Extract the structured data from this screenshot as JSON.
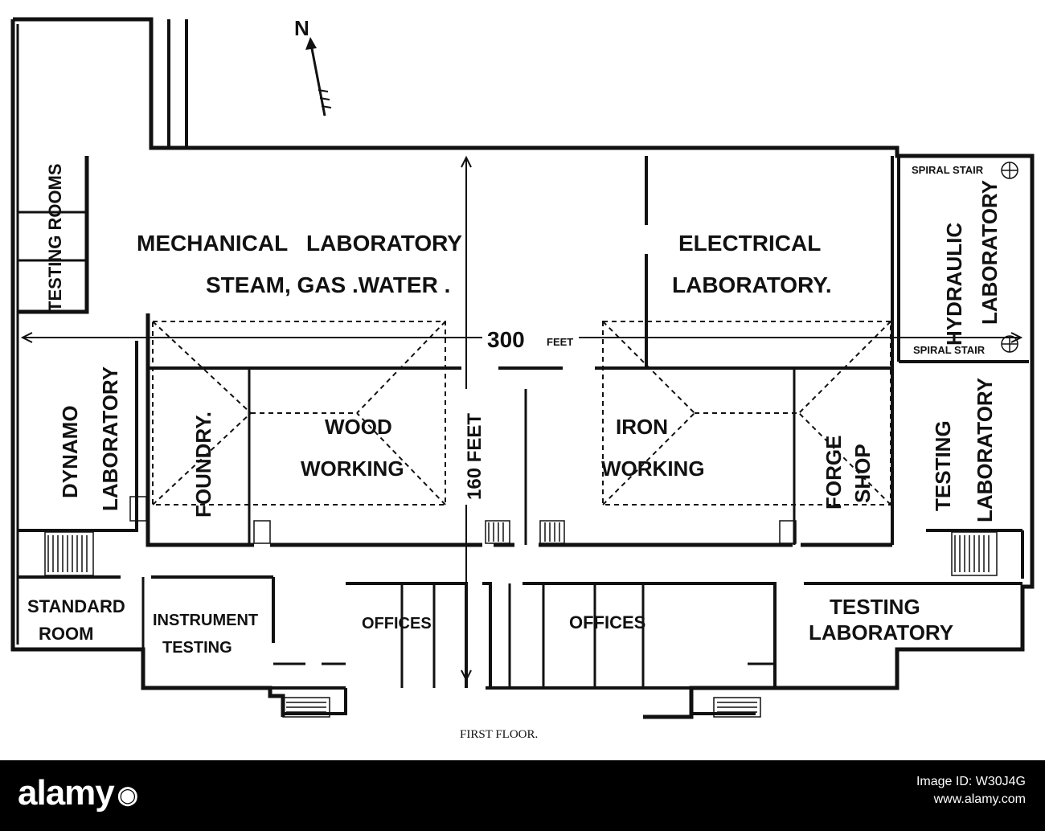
{
  "labels": {
    "testing_rooms": "TESTING ROOMS",
    "mechanical_laboratory": "MECHANICAL   LABORATORY",
    "steam_gas_water": "STEAM, GAS .WATER .",
    "electrical": "ELECTRICAL",
    "electrical_laboratory": "LABORATORY.",
    "hydraulic": "HYDRAULIC",
    "hydraulic_laboratory": "LABORATORY",
    "spiral_stair_top": "SPIRAL STAIR",
    "spiral_stair_bottom": "SPIRAL STAIR",
    "dynamo": "DYNAMO",
    "dynamo_laboratory": "LABORATORY",
    "foundry": "FOUNDRY.",
    "wood": "WOOD",
    "wood_working": "WORKING",
    "iron": "IRON",
    "iron_working": "WORKING",
    "forge": "FORGE",
    "forge_shop": "SHOP",
    "testing_right": "TESTING",
    "testing_right_laboratory": "LABORATORY",
    "standard": "STANDARD",
    "standard_room": "ROOM",
    "instrument": "INSTRUMENT",
    "instrument_testing": "TESTING",
    "offices_left": "OFFICES",
    "offices_right": "OFFICES",
    "testing_bottom": "TESTING",
    "testing_bottom_laboratory": "LABORATORY",
    "dim_300": "300",
    "dim_300_unit": "FEET",
    "dim_160": "160 FEET",
    "north": "N",
    "caption": "FIRST FLOOR."
  },
  "footer": {
    "brand": "alamy",
    "image_id_label": "Image ID: W30J4G",
    "url": "www.alamy.com"
  },
  "colors": {
    "ink": "#111111",
    "paper": "#ffffff",
    "footer": "#000000"
  }
}
